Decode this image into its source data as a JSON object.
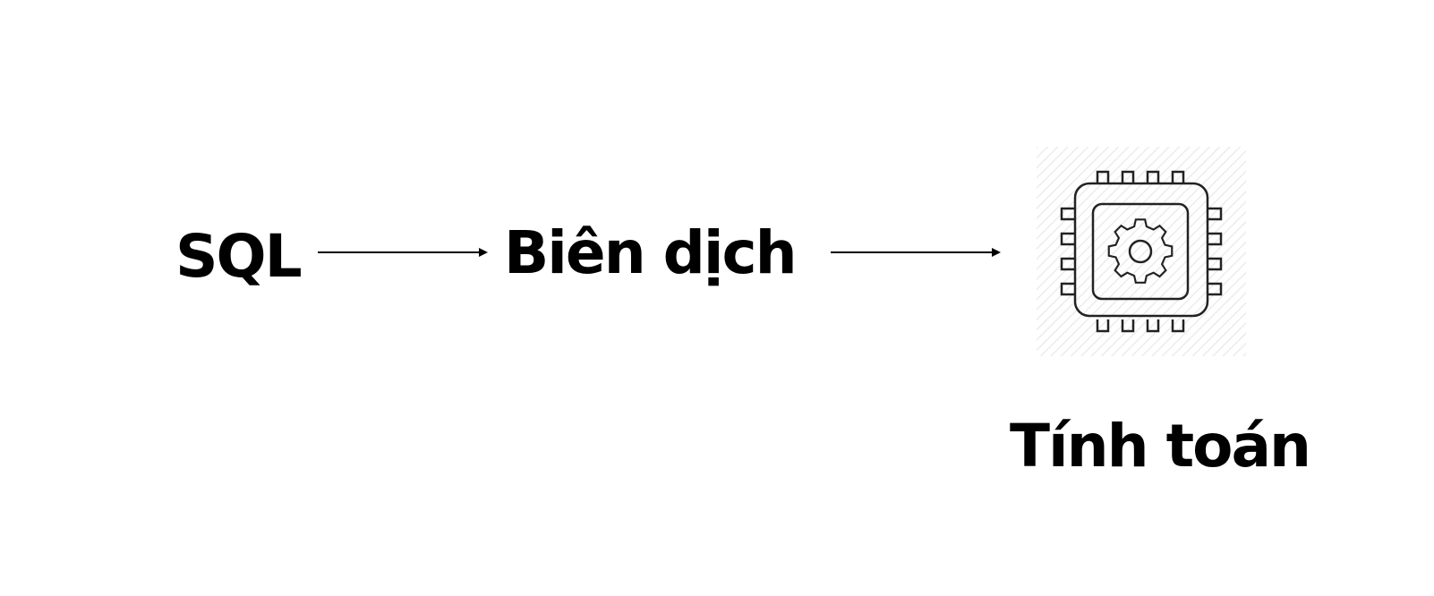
{
  "nodes": {
    "source": {
      "label": "SQL"
    },
    "compiler": {
      "label": "Biên dịch"
    },
    "compute": {
      "label": "Tính toán",
      "icon": "cpu-chip-gear-icon"
    }
  },
  "edges": [
    {
      "from": "source",
      "to": "compiler"
    },
    {
      "from": "compiler",
      "to": "compute"
    }
  ],
  "colors": {
    "ink": "#000000",
    "icon_stroke": "#222222",
    "icon_bg_hatch": "#eeeeee",
    "background": "#ffffff"
  }
}
